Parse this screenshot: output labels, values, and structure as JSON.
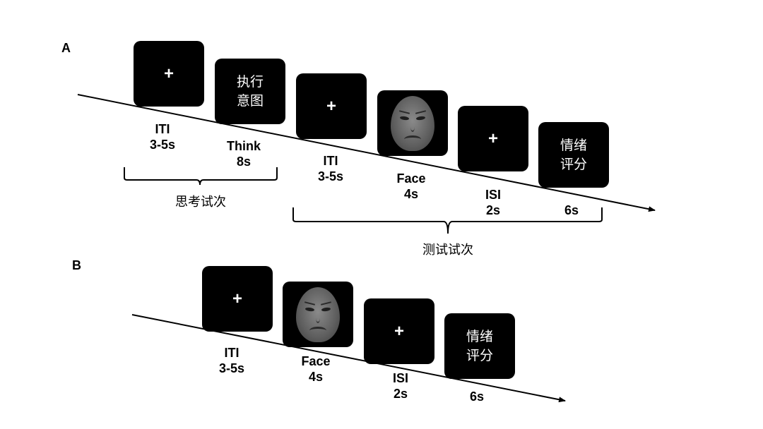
{
  "panelA": {
    "letter": "A",
    "screens": [
      {
        "kind": "fixation",
        "symbol": "+"
      },
      {
        "kind": "text",
        "lines": [
          "执行",
          "意图"
        ]
      },
      {
        "kind": "fixation",
        "symbol": "+"
      },
      {
        "kind": "face"
      },
      {
        "kind": "fixation",
        "symbol": "+"
      },
      {
        "kind": "text",
        "lines": [
          "情绪",
          "评分"
        ]
      }
    ],
    "labels": [
      {
        "name": "ITI",
        "duration": "3-5s"
      },
      {
        "name": "Think",
        "duration": "8s"
      },
      {
        "name": "ITI",
        "duration": "3-5s"
      },
      {
        "name": "Face",
        "duration": "4s"
      },
      {
        "name": "ISI",
        "duration": "2s"
      },
      {
        "name": "",
        "duration": "6s"
      }
    ],
    "brace_think": "思考试次",
    "brace_test": "测试试次"
  },
  "panelB": {
    "letter": "B",
    "screens": [
      {
        "kind": "fixation",
        "symbol": "+"
      },
      {
        "kind": "face"
      },
      {
        "kind": "fixation",
        "symbol": "+"
      },
      {
        "kind": "text",
        "lines": [
          "情绪",
          "评分"
        ]
      }
    ],
    "labels": [
      {
        "name": "ITI",
        "duration": "3-5s"
      },
      {
        "name": "Face",
        "duration": "4s"
      },
      {
        "name": "ISI",
        "duration": "2s"
      },
      {
        "name": "",
        "duration": "6s"
      }
    ]
  }
}
